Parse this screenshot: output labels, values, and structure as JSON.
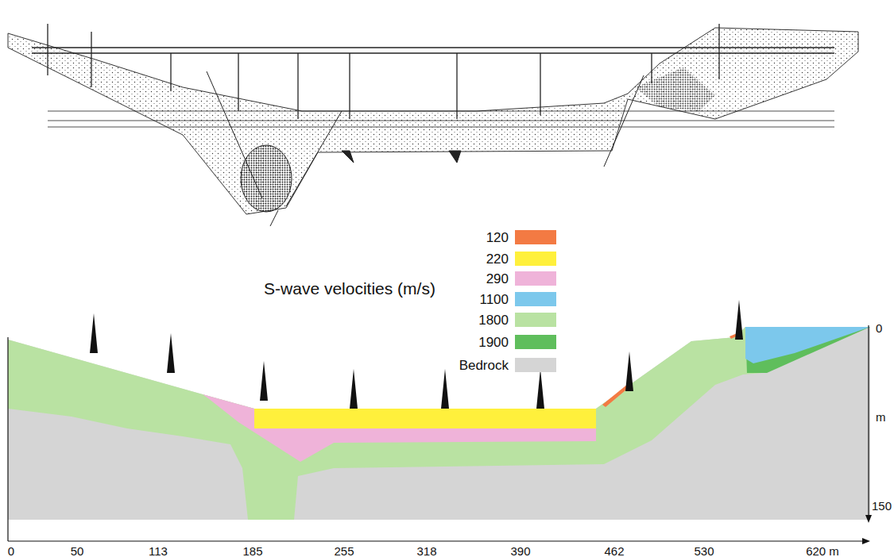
{
  "diagram": {
    "labels": [
      "S-wave velocities (m/s)",
      "0",
      "50",
      "113",
      "185",
      "255",
      "318",
      "390",
      "462",
      "530",
      "620 m",
      "0",
      "m",
      "150"
    ],
    "legend": [
      {
        "text": "120",
        "color": "#f37a43"
      },
      {
        "text": "220",
        "color": "#fff03c"
      },
      {
        "text": "290",
        "color": "#efb3d9"
      },
      {
        "text": "1100",
        "color": "#7cc8ec"
      },
      {
        "text": "1800",
        "color": "#b9e2a2"
      },
      {
        "text": "1900",
        "color": "#5fbe5c"
      },
      {
        "text": "Bedrock",
        "color": "#d5d5d5"
      }
    ]
  }
}
